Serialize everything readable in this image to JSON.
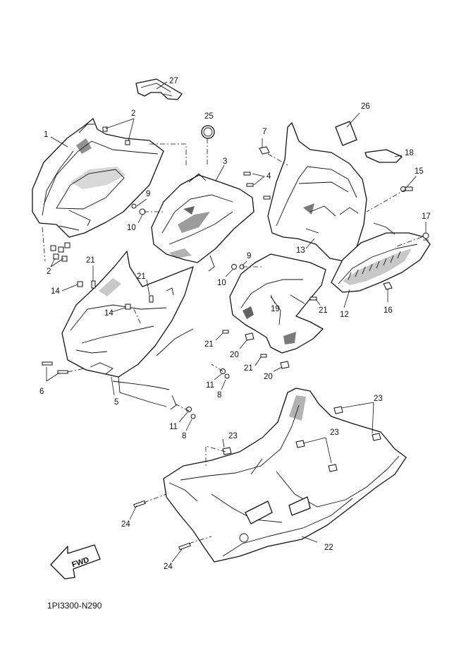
{
  "diagram_code": "1PI3300-N290",
  "fwd_label": "FWD",
  "callouts": {
    "c1": "1",
    "c2a": "2",
    "c2b": "2",
    "c3": "3",
    "c4": "4",
    "c5": "5",
    "c6": "6",
    "c7": "7",
    "c8a": "8",
    "c8b": "8",
    "c9a": "9",
    "c9b": "9",
    "c10a": "10",
    "c10b": "10",
    "c11a": "11",
    "c11b": "11",
    "c12": "12",
    "c13": "13",
    "c14a": "14",
    "c14b": "14",
    "c15": "15",
    "c16": "16",
    "c17": "17",
    "c18": "18",
    "c19": "19",
    "c20a": "20",
    "c20b": "20",
    "c21a": "21",
    "c21b": "21",
    "c21c": "21",
    "c21d": "21",
    "c21e": "21",
    "c22": "22",
    "c23a": "23",
    "c23b": "23",
    "c23c": "23",
    "c24a": "24",
    "c24b": "24",
    "c25": "25",
    "c26": "26",
    "c27": "27"
  }
}
